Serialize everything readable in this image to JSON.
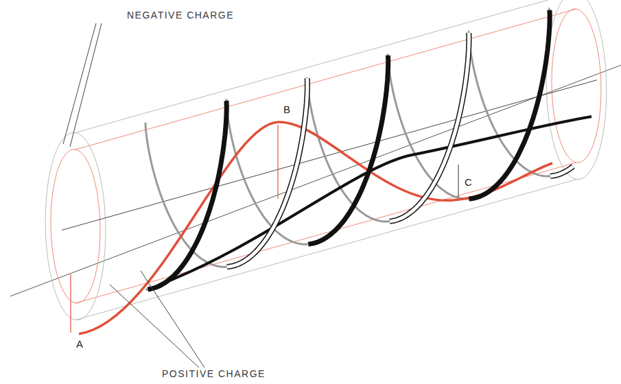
{
  "diagram": {
    "labels": [
      "NEGATIVE CHARGE",
      "POSITIVE CHARGE",
      "A",
      "B",
      "C"
    ]
  }
}
